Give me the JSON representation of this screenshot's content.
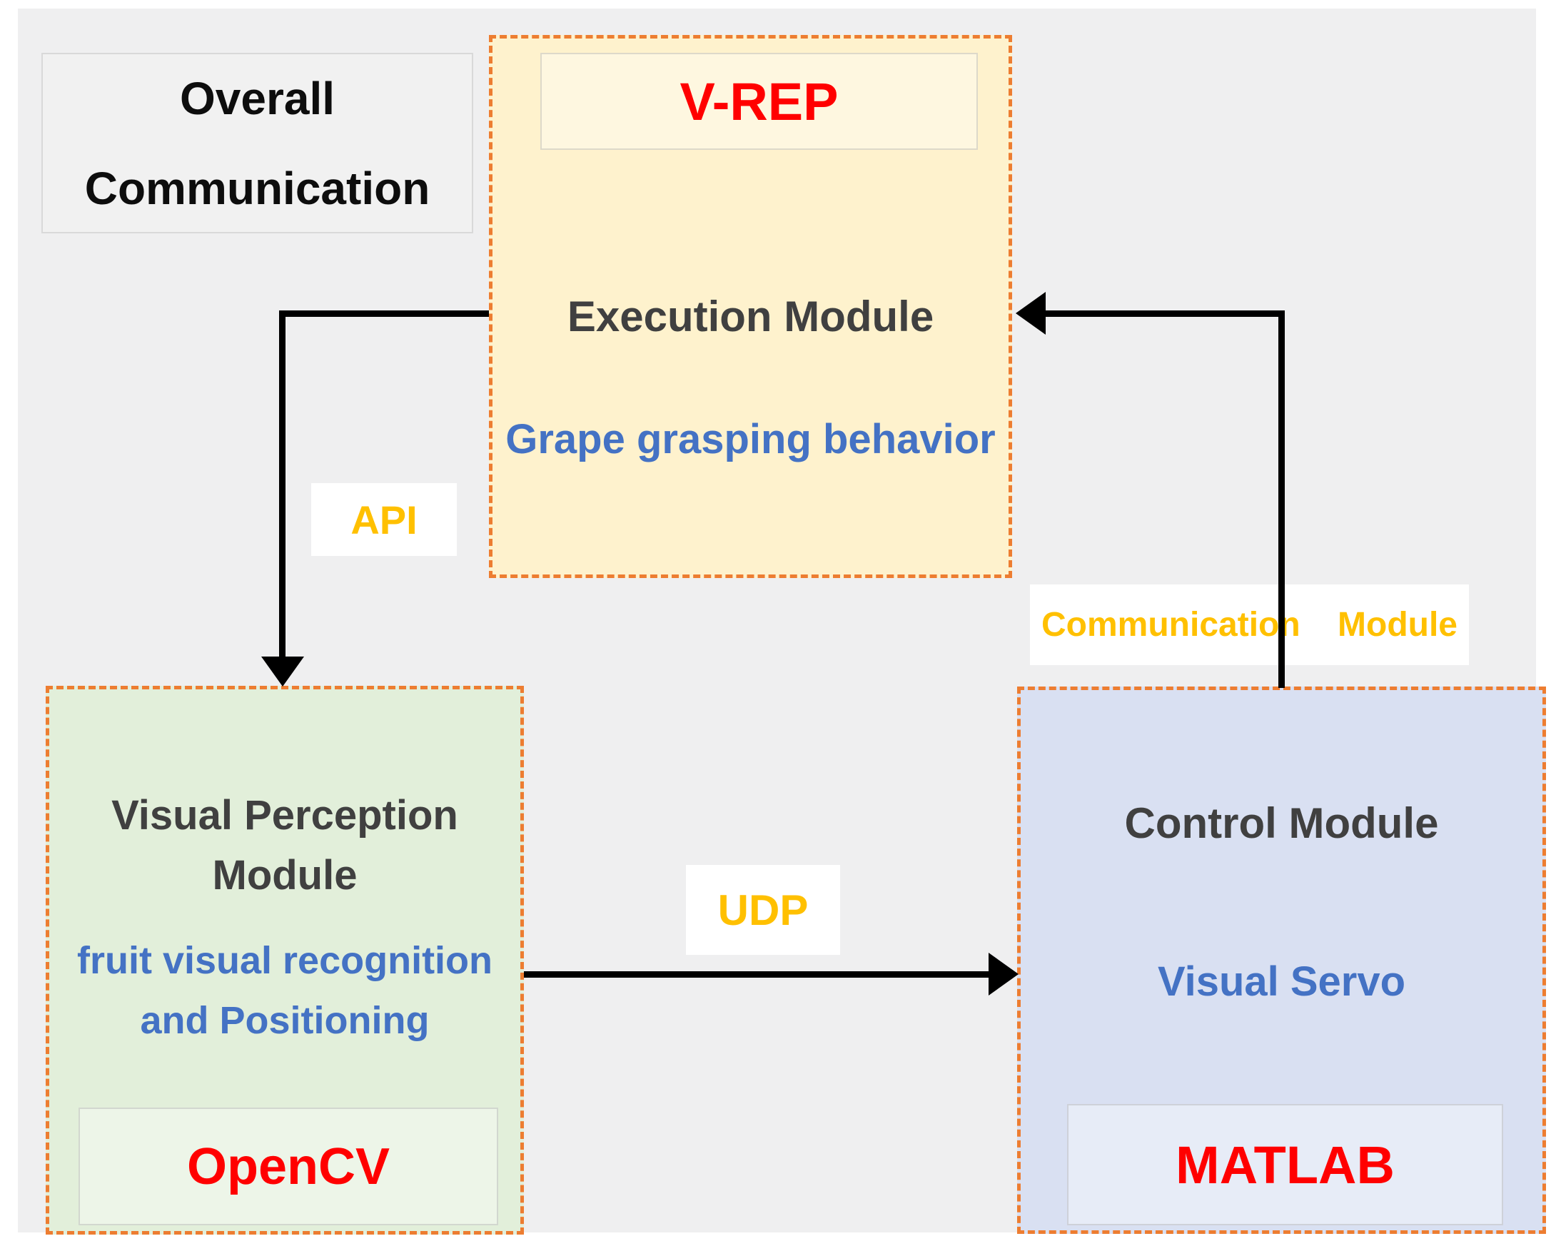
{
  "diagram": {
    "title": {
      "line1": "Overall",
      "line2": "Communication"
    },
    "modules": {
      "execution": {
        "platform": "V-REP",
        "name": "Execution Module",
        "function": "Grape grasping behavior"
      },
      "perception": {
        "name_line1": "Visual Perception",
        "name_line2": "Module",
        "function_line1": "fruit visual recognition",
        "function_line2": "and Positioning",
        "platform": "OpenCV"
      },
      "control": {
        "name": "Control Module",
        "function": "Visual Servo",
        "platform": "MATLAB"
      }
    },
    "connections": {
      "api": {
        "label": "API",
        "from": "execution",
        "to": "perception"
      },
      "udp": {
        "label": "UDP",
        "from": "perception",
        "to": "control"
      },
      "communication": {
        "word1": "Communication",
        "word2": "Module",
        "from": "control",
        "to": "execution"
      }
    },
    "colors": {
      "execution_fill": "#FEF2CD",
      "perception_fill": "#E2EFDA",
      "control_fill": "#D9E0F2",
      "border_dash": "#ED7D31",
      "label_text": "#FFC000",
      "platform_text": "#FF0000",
      "module_text": "#404040",
      "function_text": "#4472C4",
      "arrow": "#000000",
      "canvas_bg": "#EFEFF0"
    }
  }
}
